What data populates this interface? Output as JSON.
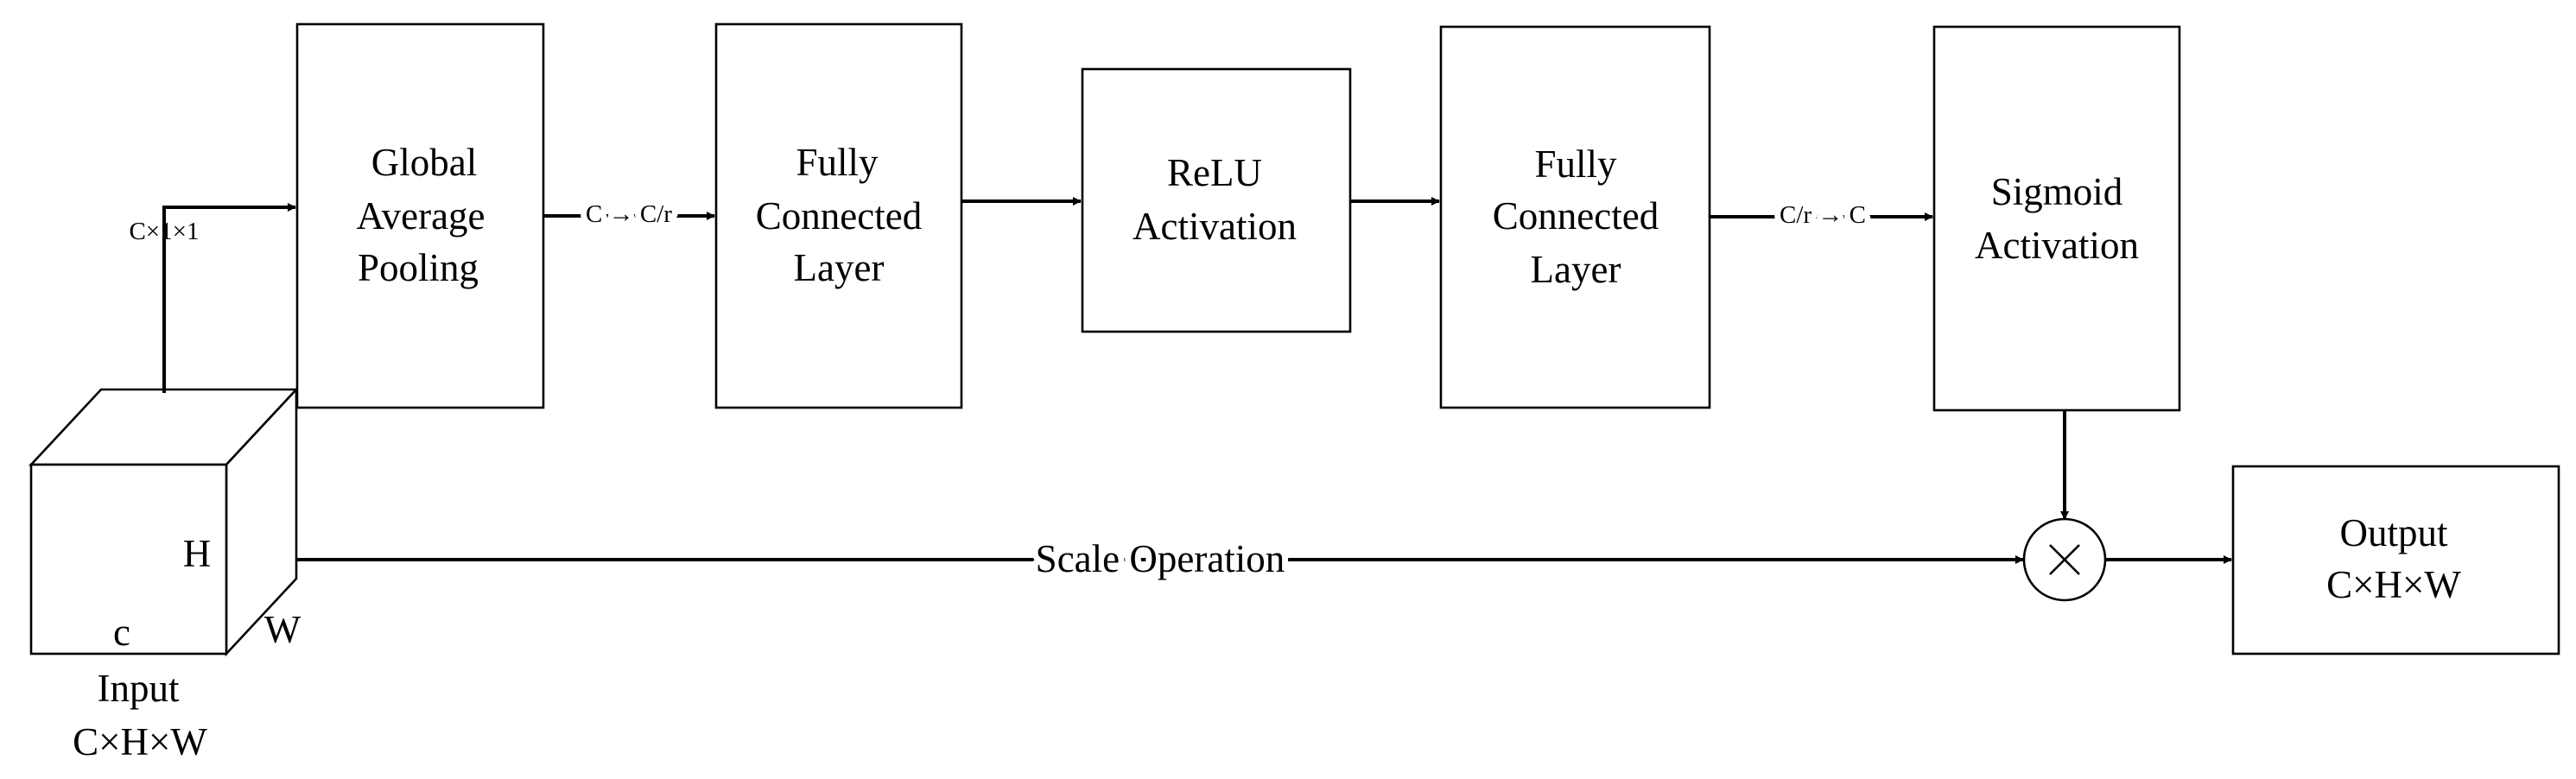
{
  "input": {
    "dim_channel": "c",
    "dim_height": "H",
    "dim_width": "W",
    "label": "Input",
    "shape": "C×H×W"
  },
  "branch_label": "C×1×1",
  "blocks": {
    "gap": [
      "Global",
      "Average",
      "Pooling"
    ],
    "fc1": [
      "Fully",
      "Connected",
      "Layer"
    ],
    "relu": [
      "ReLU",
      "Activation"
    ],
    "fc2": [
      "Fully",
      "Connected",
      "Layer"
    ],
    "sigmoid": [
      "Sigmoid",
      "Activation"
    ]
  },
  "edges": {
    "reduce": "C → C/r",
    "expand": "C/r → C",
    "scale": "Scale Operation"
  },
  "multiply_symbol": "×",
  "output": {
    "label": "Output",
    "shape": "C×H×W"
  }
}
